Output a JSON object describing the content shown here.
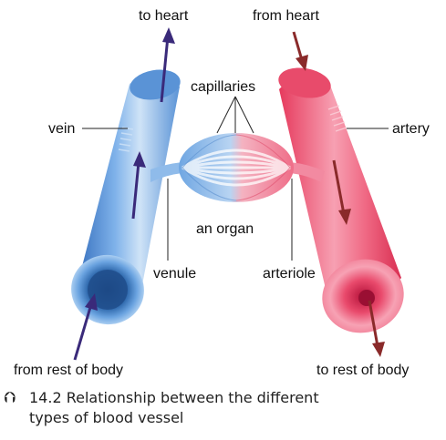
{
  "labels": {
    "to_heart": "to heart",
    "from_heart": "from heart",
    "capillaries": "capillaries",
    "vein": "vein",
    "artery": "artery",
    "an_organ": "an organ",
    "venule": "venule",
    "arteriole": "arteriole",
    "from_rest": "from rest of body",
    "to_rest": "to rest of body"
  },
  "caption": {
    "icon": "⮉",
    "line1": "14.2 Relationship between the different",
    "line2": "types of blood vessel"
  },
  "colors": {
    "vein": "#4f8fd6",
    "artery": "#ef4a6a",
    "flow_arrow_vein": "#3a2a7a",
    "flow_arrow_artery": "#8a2a2a"
  }
}
